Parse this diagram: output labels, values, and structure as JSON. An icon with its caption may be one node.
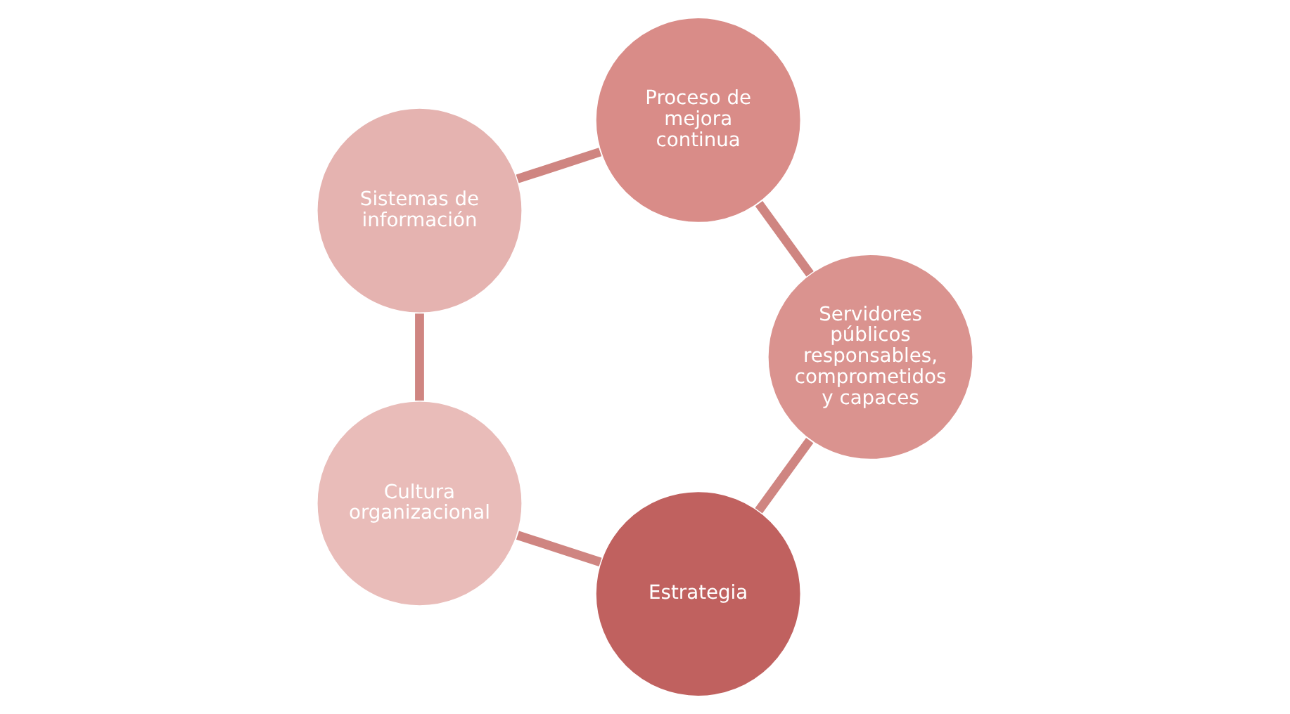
{
  "diagram": {
    "nodes": [
      {
        "text": [
          "Estrategia"
        ]
      },
      {
        "text": [
          "Cultura organizacional"
        ]
      },
      {
        "text": [
          "Sistemas de información"
        ]
      },
      {
        "text": [
          "Proceso de mejora continua"
        ]
      },
      {
        "text": [
          "Servidores públicos responsables, comprometidos y capaces"
        ]
      }
    ],
    "edges": [
      {
        "from": 0,
        "to": 1,
        "arrow": "none"
      },
      {
        "from": 1,
        "to": 2,
        "arrow": "none"
      },
      {
        "from": 2,
        "to": 3,
        "arrow": "none"
      },
      {
        "from": 3,
        "to": 4,
        "arrow": "none"
      },
      {
        "from": 4,
        "to": 0,
        "arrow": "none"
      }
    ]
  }
}
